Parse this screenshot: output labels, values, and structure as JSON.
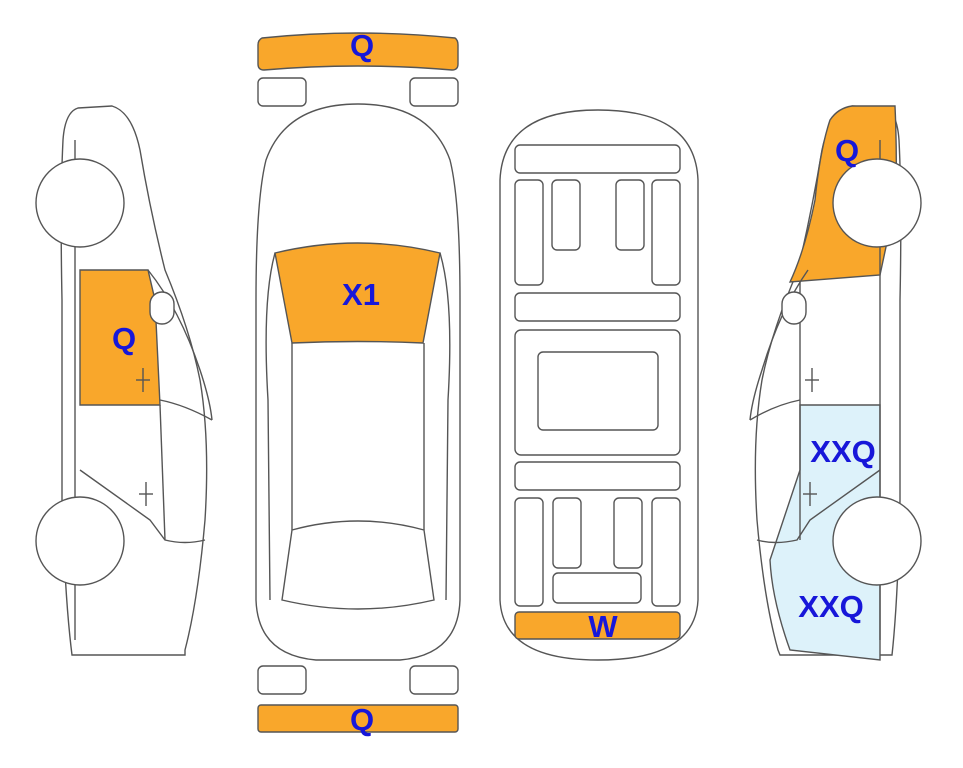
{
  "colors": {
    "damage_orange": "#F9A72B",
    "damage_blue": "#DDF2FA",
    "label": "#1717D9",
    "outline": "#555555"
  },
  "labels": {
    "front_bumper": "Q",
    "windshield": "X1",
    "left_rear_door": "Q",
    "right_front_fender": "Q",
    "right_rear_door": "XXQ",
    "right_rear_quarter": "XXQ",
    "underbody_rear": "W",
    "rear_bumper": "Q"
  }
}
